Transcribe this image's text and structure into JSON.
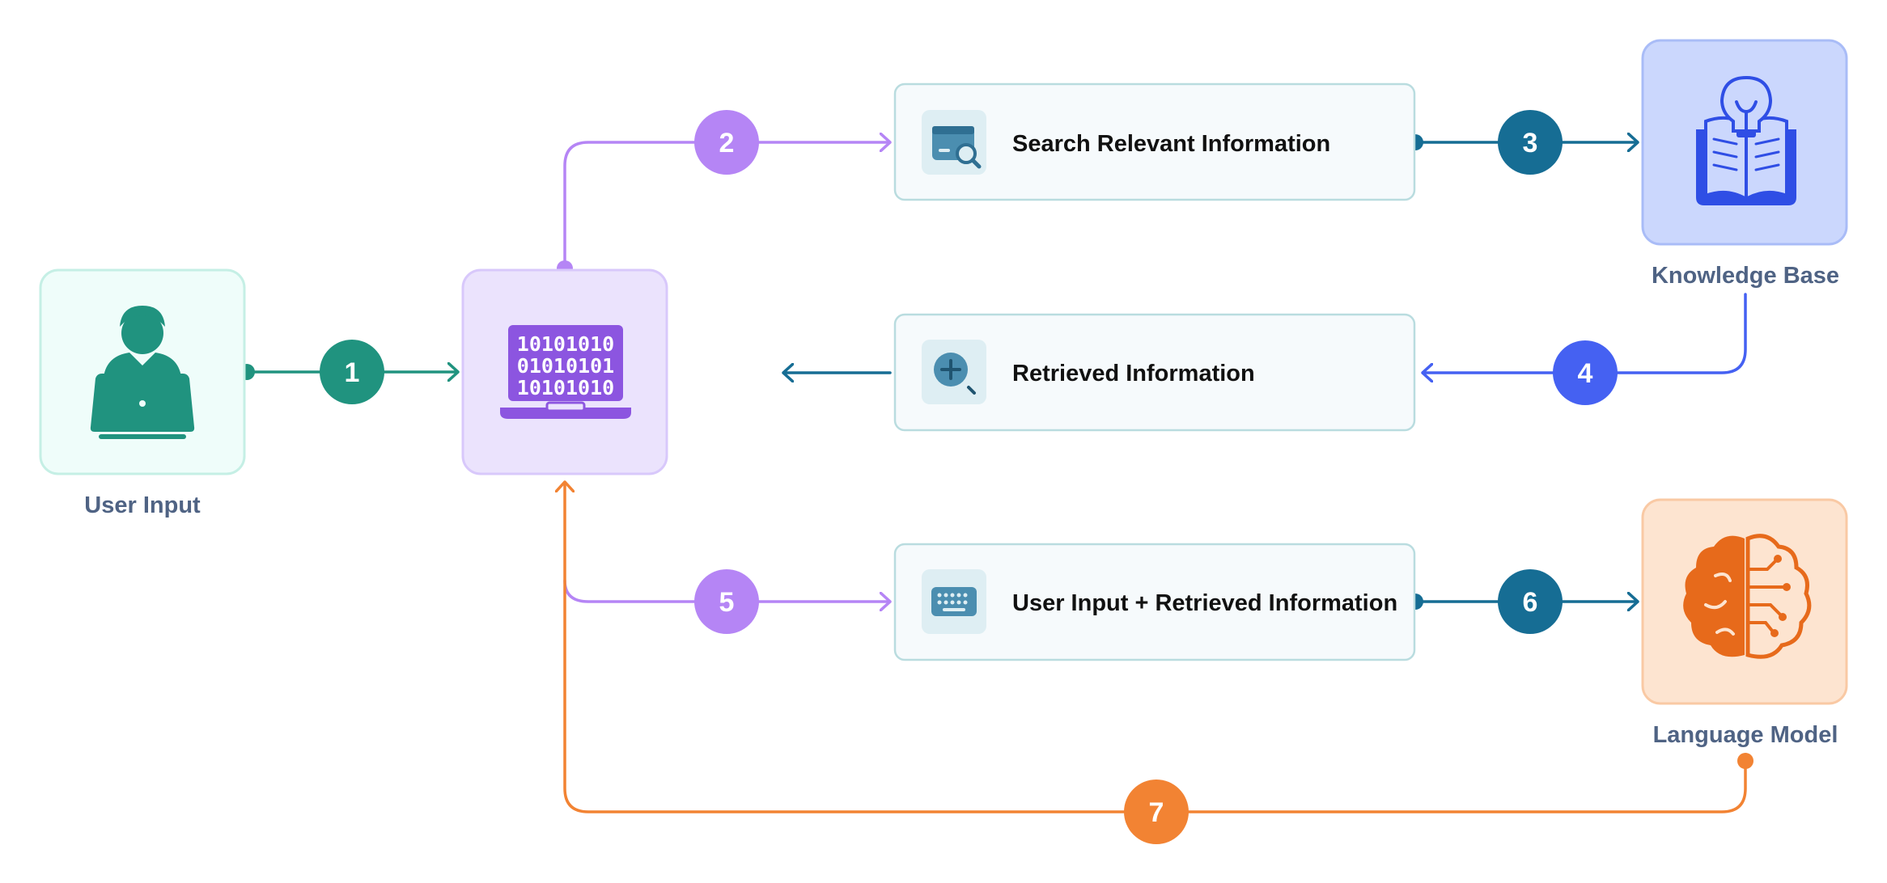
{
  "nodes": {
    "user_input": {
      "label": "User Input",
      "icon": "user-laptop-icon",
      "fill": "#effdfa",
      "stroke": "#c5efe5",
      "icon_color": "#20937f"
    },
    "processor": {
      "label": "",
      "icon": "binary-laptop-icon",
      "fill": "#ebe3fd",
      "stroke": "#d8c8fb",
      "icon_color": "#8c55e0"
    },
    "knowledge_base": {
      "label": "Knowledge Base",
      "icon": "book-lightbulb-icon",
      "fill": "#cbd7fd",
      "stroke": "#a9bcf7",
      "icon_color": "#2f4ee5"
    },
    "language_model": {
      "label": "Language Model",
      "icon": "brain-circuit-icon",
      "fill": "#fde4d0",
      "stroke": "#f9c9a4",
      "icon_color": "#e76a1b"
    }
  },
  "steps": {
    "search": {
      "label": "Search Relevant Information",
      "icon": "card-search-icon"
    },
    "retrieved": {
      "label": "Retrieved Information",
      "icon": "zoom-in-icon"
    },
    "combined": {
      "label": "User Input + Retrieved Information",
      "icon": "keyboard-icon"
    }
  },
  "badges": [
    {
      "number": "1",
      "color": "#20937f"
    },
    {
      "number": "2",
      "color": "#b585f5"
    },
    {
      "number": "3",
      "color": "#166d94"
    },
    {
      "number": "4",
      "color": "#4561f2"
    },
    {
      "number": "5",
      "color": "#b585f5"
    },
    {
      "number": "6",
      "color": "#166d94"
    },
    {
      "number": "7",
      "color": "#f28333"
    }
  ],
  "colors": {
    "teal": "#20937f",
    "purple": "#b585f5",
    "dark_blue": "#166d94",
    "blue": "#4561f2",
    "orange": "#f28333",
    "step_box_fill": "#f6fafc",
    "step_box_stroke": "#b9dcdf",
    "step_icon_bg": "#deeef3",
    "step_icon_color": "#4b8eb0",
    "node_label_color": "#4f6384",
    "step_text_color": "#111111"
  }
}
